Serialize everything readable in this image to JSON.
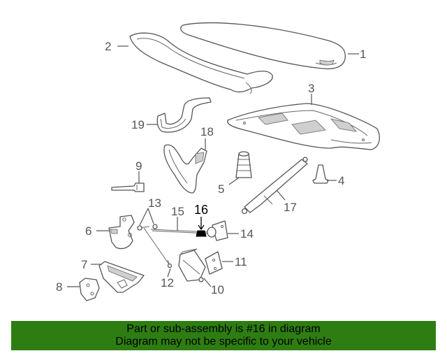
{
  "labels": {
    "p1": "1",
    "p2": "2",
    "p3": "3",
    "p4": "4",
    "p5": "5",
    "p6": "6",
    "p7": "7",
    "p8": "8",
    "p9": "9",
    "p10": "10",
    "p11": "11",
    "p12": "12",
    "p13": "13",
    "p14": "14",
    "p15": "15",
    "p16": "16",
    "p17": "17",
    "p18": "18",
    "p19": "19"
  },
  "highlighted_part": "16",
  "banner": {
    "line1": "Part or sub-assembly is #16 in diagram",
    "line2": "Diagram may not be specific to your vehicle",
    "color": "#2e7d12"
  }
}
